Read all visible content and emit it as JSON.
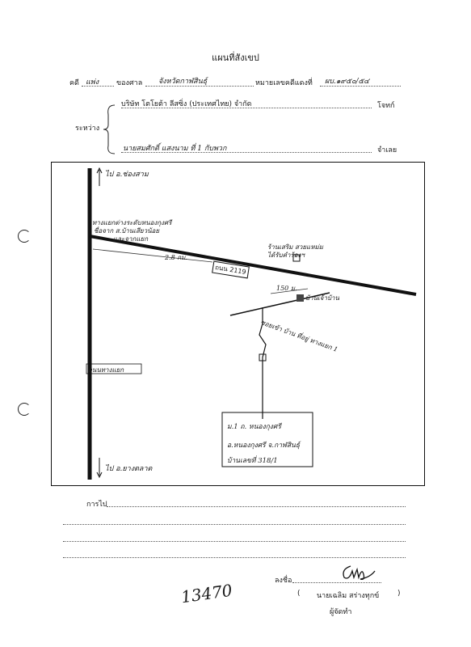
{
  "header": {
    "title": "แผนที่สังเขป",
    "case_prefix": "คดี",
    "case_type": "แพ่ง",
    "court_prefix": "ของศาล",
    "court_name": "จังหวัดกาฬสินธุ์",
    "red_case_label": "หมายเลขคดีแดงที่",
    "red_case_number": "ผบ.๑๙๕๐/๕๔"
  },
  "parties": {
    "between_label": "ระหว่าง",
    "plaintiff": "บริษัท โตโยต้า ลีสซิ่ง (ประเทศไทย) จำกัด",
    "plaintiff_role": "โจทก์",
    "defendant": "นายสมศักดิ์ แสงนาม ที่ 1 กับพวก",
    "defendant_role": "จำเลย"
  },
  "map": {
    "top_direction": "ไป อ.ช่องสาม",
    "bottom_direction": "ไป อ.ยางตลาด",
    "junction_label": "ทางแยกต่างระดับหนองกุงศรี",
    "junction_sub": "ชื่อจาก ส.บ้านเสียวน้อย",
    "junction_sub2": "และจากแยก",
    "distance_1": "2.8 กม.",
    "road_label": "ถนน 2119",
    "shop_label": "ร้านเสริม สวยแหม่ม",
    "shop_sub": "ได้รับคำร้องฯ",
    "distance_2": "150 ม.",
    "house_label": "บ้านเจ้าบ้าน",
    "soi_label": "ซอยเข้า บ้าน ที่อยู่ ทางแยก 1",
    "left_label": "ถนนทางแยก",
    "address_lines": [
      "ม.1 ถ. หนองกุงศรี",
      "อ.หนองกุงศรี จ.กาฬสินธุ์",
      "บ้านเลขที่ 318/1"
    ]
  },
  "footer": {
    "note_label": "การไป",
    "sign_label": "ลงชื่อ",
    "signer": "นายเฉลิม สร่างทุกข์",
    "role": "ผู้จัดทำ",
    "open_paren": "(",
    "close_paren": ")",
    "handwritten_number": "13470"
  }
}
